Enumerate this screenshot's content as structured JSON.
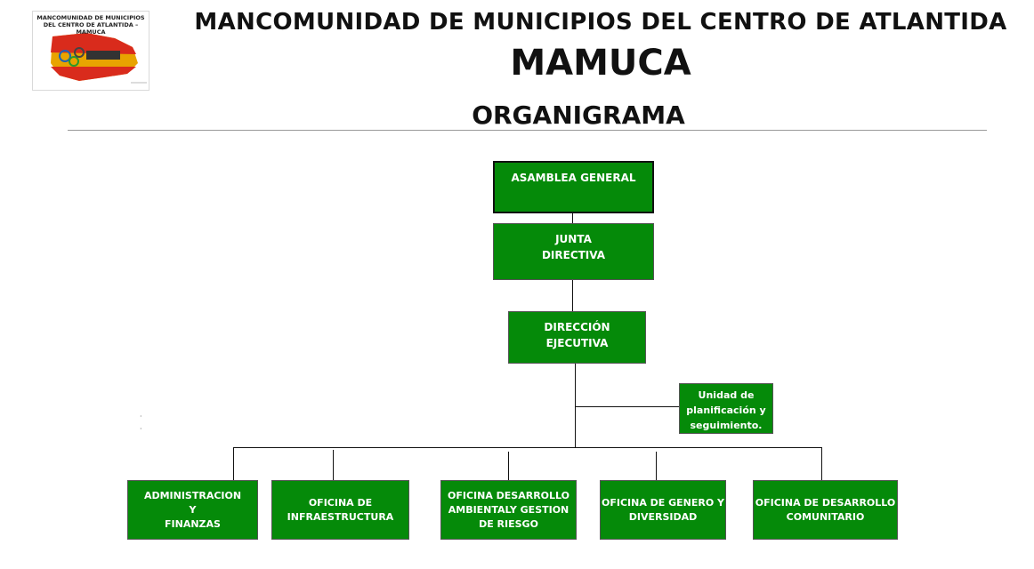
{
  "header": {
    "logo_caption": "MANCOMUNIDAD DE MUNICIPIOS\nDEL CENTRO DE ATLANTIDA – MAMUCA",
    "title_line1": "MANCOMUNIDAD DE MUNICIPIOS DEL CENTRO DE ATLANTIDA",
    "title_line2": "MAMUCA",
    "subtitle": "ORGANIGRAMA"
  },
  "org": {
    "asamblea": "ASAMBLEA GENERAL",
    "junta": "JUNTA\nDIRECTIVA",
    "direccion": "DIRECCIÓN\nEJECUTIVA",
    "unidad": "Unidad de\nplanificación y\nseguimiento.",
    "offices": [
      "ADMINISTRACION\nY\nFINANZAS",
      "OFICINA DE\nINFRAESTRUCTURA",
      "OFICINA DESARROLLO\nAMBIENTALY GESTION\nDE RIESGO",
      "OFICINA DE GENERO Y\nDIVERSIDAD",
      "OFICINA DE DESARROLLO\nCOMUNITARIO"
    ]
  },
  "colors": {
    "box_green": "#058a09",
    "box_text": "#ffffff",
    "connector": "#111111"
  }
}
